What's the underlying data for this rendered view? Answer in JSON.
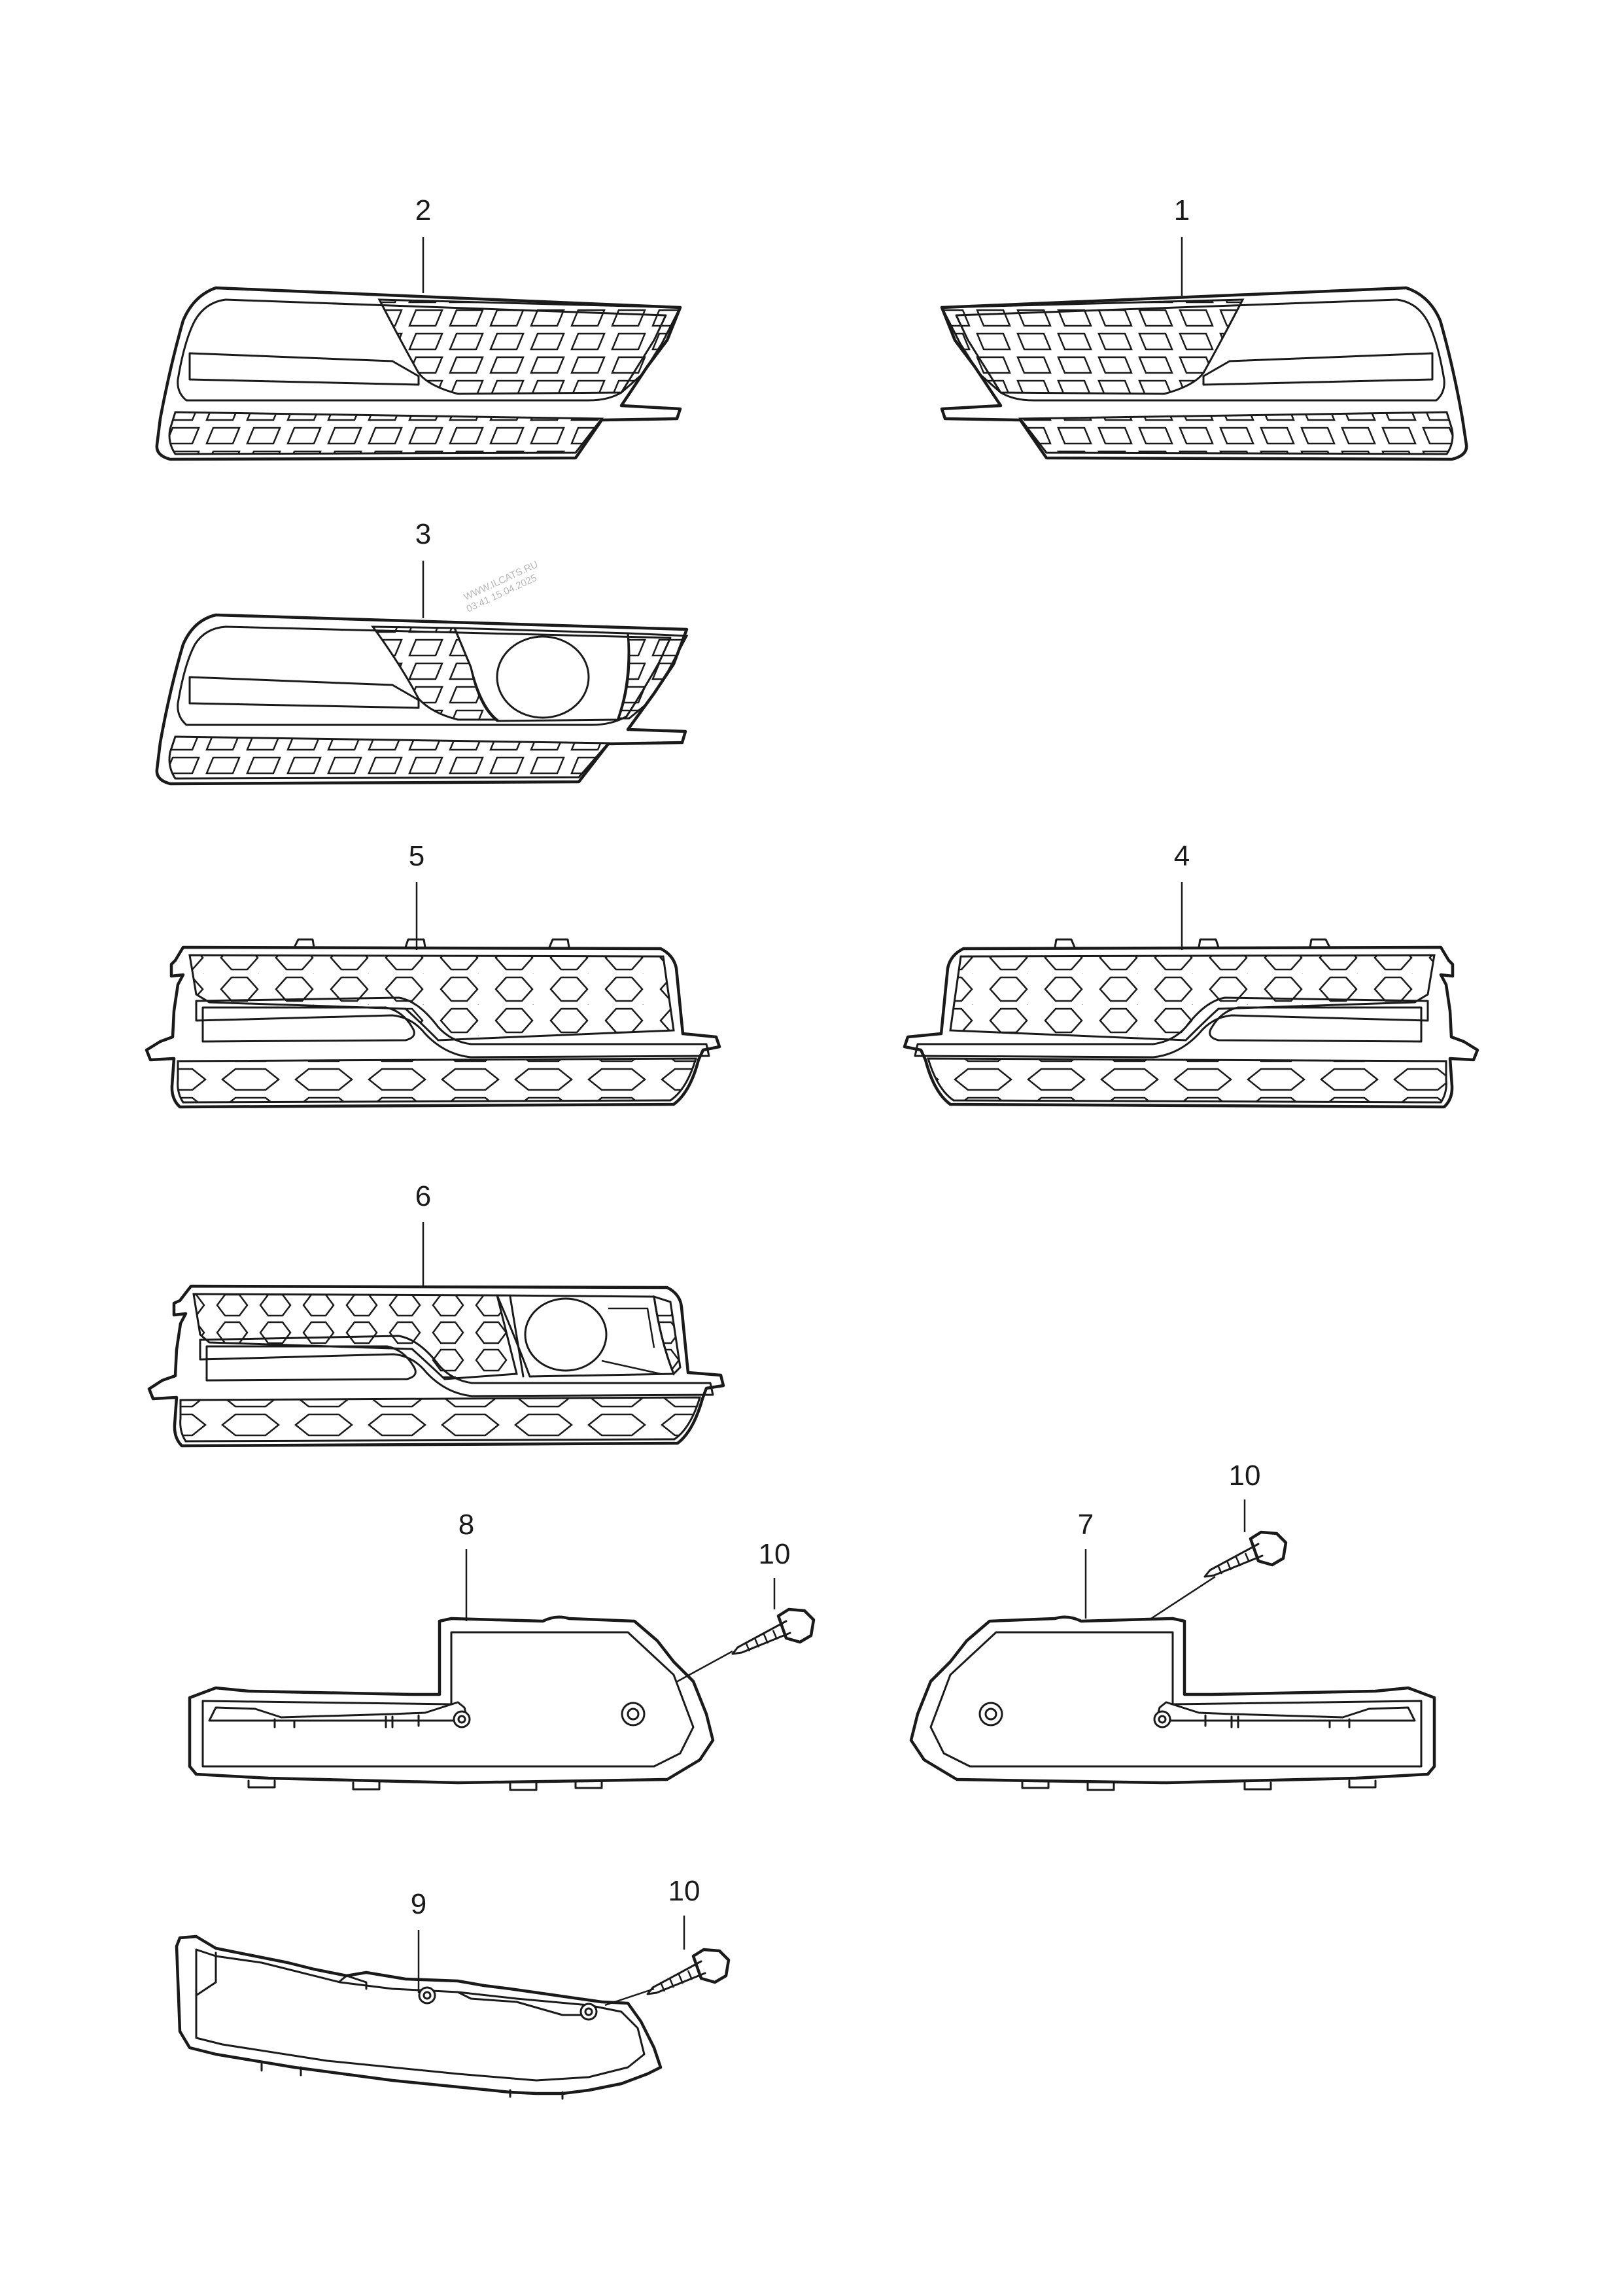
{
  "callouts": {
    "part_1": "1",
    "part_2": "2",
    "part_3": "3",
    "part_4": "4",
    "part_5": "5",
    "part_6": "6",
    "part_7": "7",
    "part_8": "8",
    "part_9": "9",
    "part_10": "10"
  },
  "watermark": {
    "line1": "WWW.ILCATS.RU",
    "line2": "03:41 15.04.2025"
  }
}
